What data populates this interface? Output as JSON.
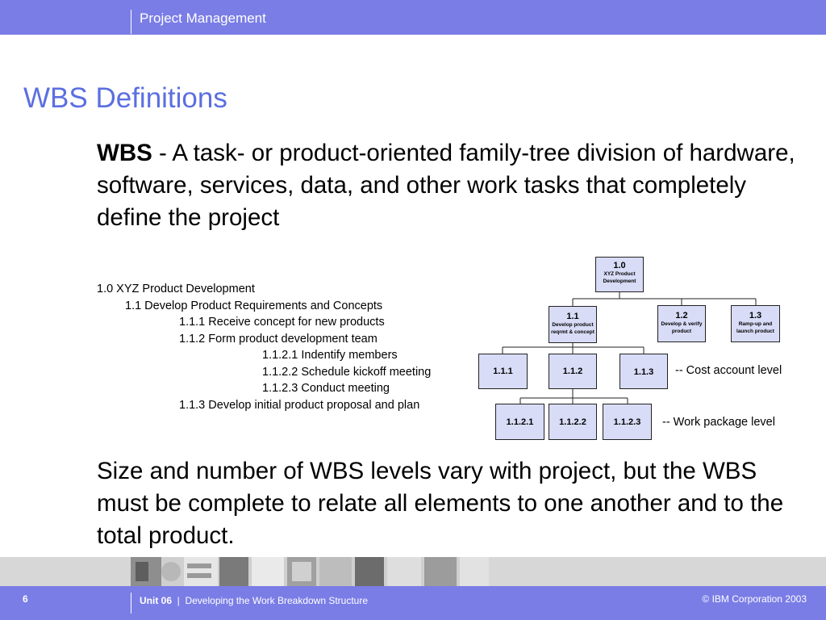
{
  "header": {
    "title": "Project Management"
  },
  "slide": {
    "title": "WBS Definitions",
    "definition_term": "WBS",
    "definition_text": "  -  A task- or product-oriented family-tree division of hardware, software, services, data, and other work tasks that completely define the project",
    "summary": "Size and number of WBS levels vary with project, but the WBS must be complete to relate all elements to one another and to the total product."
  },
  "outline": [
    "1.0  XYZ Product Development",
    "1.1  Develop Product Requirements and Concepts",
    "1.1.1  Receive concept for new products",
    "1.1.2  Form product development team",
    "1.1.2.1  Indentify members",
    "1.1.2.2  Schedule kickoff meeting",
    "1.1.2.3  Conduct meeting",
    "1.1.3  Develop initial product proposal and plan"
  ],
  "wbs": {
    "n1": {
      "num": "1.0",
      "sub": "XYZ Product Development"
    },
    "n2": {
      "num": "1.1",
      "sub": "Develop product reqrmt & concept"
    },
    "n3": {
      "num": "1.2",
      "sub": "Develop & verify product"
    },
    "n4": {
      "num": "1.3",
      "sub": "Ramp-up and launch product"
    },
    "n5": {
      "num": "1.1.1"
    },
    "n6": {
      "num": "1.1.2"
    },
    "n7": {
      "num": "1.1.3"
    },
    "n8": {
      "num": "1.1.2.1"
    },
    "n9": {
      "num": "1.1.2.2"
    },
    "n10": {
      "num": "1.1.2.3"
    },
    "cost_label": "-- Cost account level",
    "work_label": "-- Work package level"
  },
  "footer": {
    "page": "6",
    "unit": "Unit 06",
    "separator": "  |  ",
    "unit_title": "Developing the Work Breakdown Structure",
    "copyright": "© IBM Corporation 2003"
  },
  "colors": {
    "brand": "#7a7de6",
    "title": "#5b6fe0",
    "box": "#d8dcf6"
  }
}
